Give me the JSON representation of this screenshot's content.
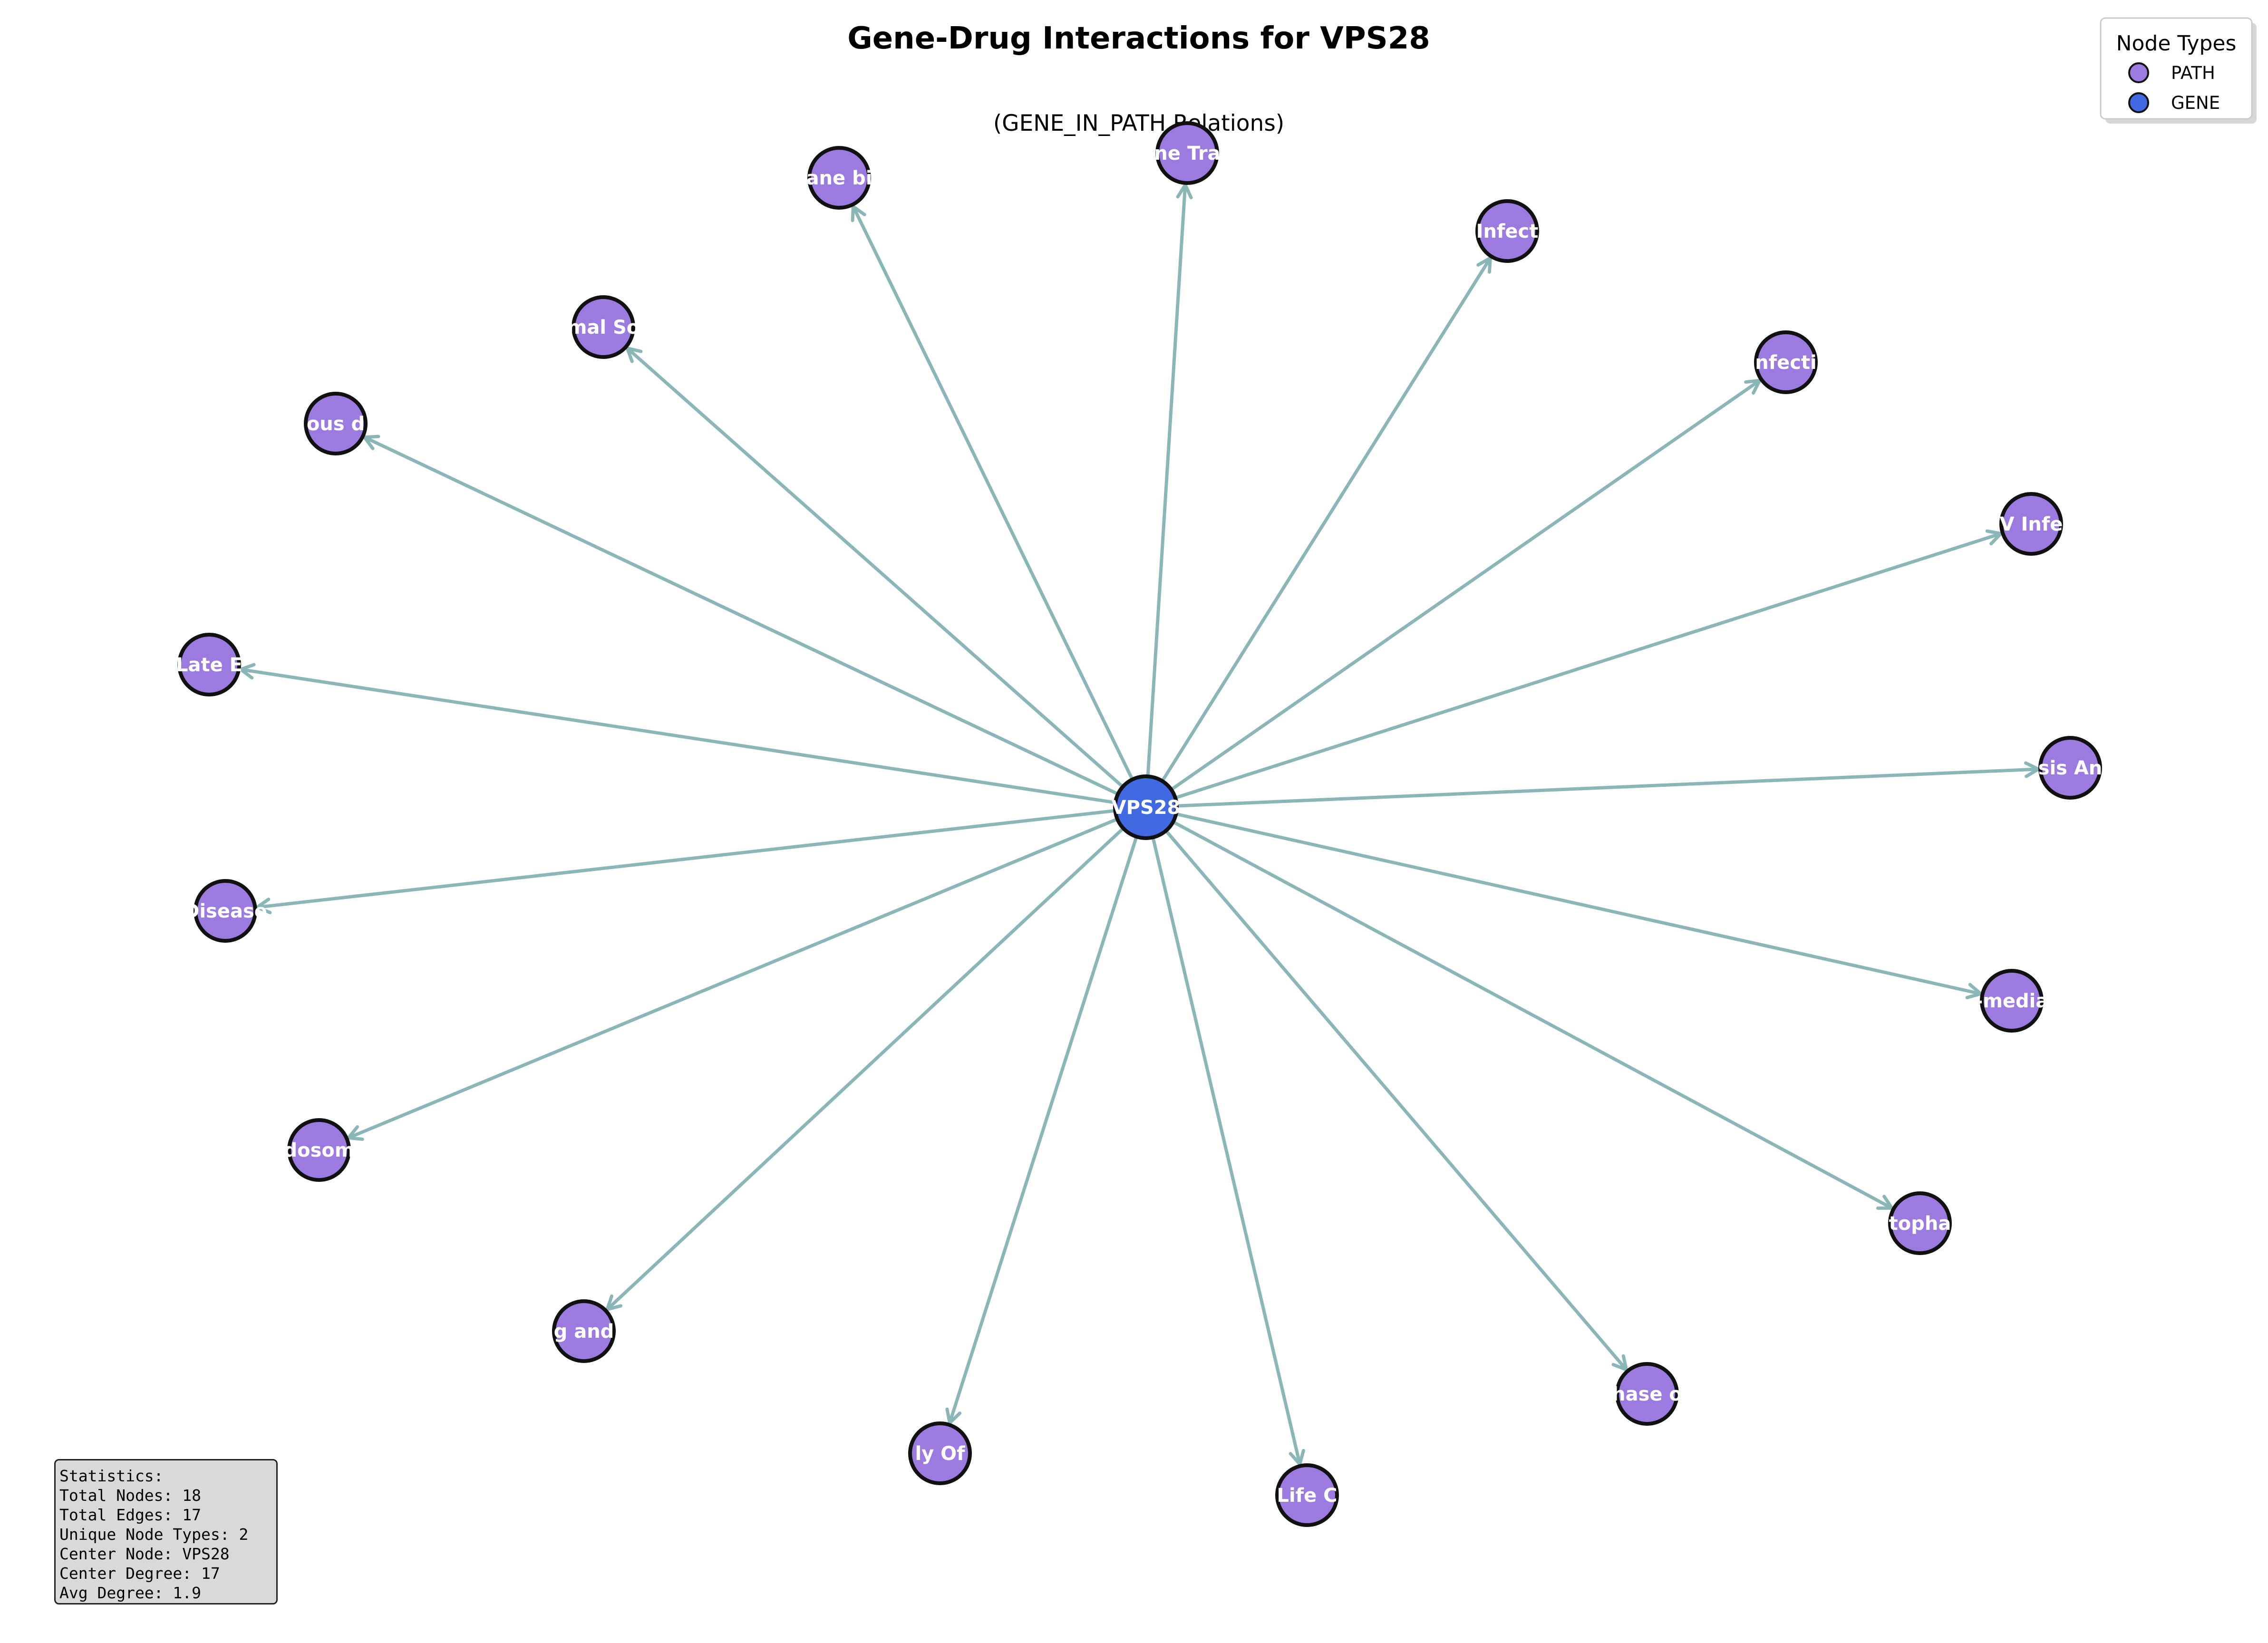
{
  "title": "Gene-Drug Interactions for VPS28",
  "subtitle": "(GENE_IN_PATH Relations)",
  "colors": {
    "path": "#9b7be0",
    "gene": "#4169e1",
    "edge": "#8bb6b8",
    "node_border": "#111111"
  },
  "legend": {
    "title": "Node Types",
    "items": [
      {
        "label": "PATH",
        "color": "#9b7be0"
      },
      {
        "label": "GENE",
        "color": "#4169e1"
      }
    ]
  },
  "center": {
    "label": "VPS28",
    "type": "GENE"
  },
  "nodes": [
    {
      "label": "ane bi",
      "type": "PATH"
    },
    {
      "label": "ne Tra",
      "type": "PATH"
    },
    {
      "label": "Infect",
      "type": "PATH"
    },
    {
      "label": "nfecti",
      "type": "PATH"
    },
    {
      "label": "V Infe",
      "type": "PATH"
    },
    {
      "label": "sis An",
      "type": "PATH"
    },
    {
      "label": "-media",
      "type": "PATH"
    },
    {
      "label": "topha",
      "type": "PATH"
    },
    {
      "label": "hase o",
      "type": "PATH"
    },
    {
      "label": "Life C",
      "type": "PATH"
    },
    {
      "label": "ly Of",
      "type": "PATH"
    },
    {
      "label": "g and",
      "type": "PATH"
    },
    {
      "label": "dosom",
      "type": "PATH"
    },
    {
      "label": "Disease",
      "type": "PATH"
    },
    {
      "label": "Late E",
      "type": "PATH"
    },
    {
      "label": "ous d",
      "type": "PATH"
    },
    {
      "label": "mal So",
      "type": "PATH"
    }
  ],
  "stats": {
    "header": "Statistics:",
    "lines": [
      "Total Nodes: 18",
      "Total Edges: 17",
      "Unique Node Types: 2",
      "Center Node: VPS28",
      "Center Degree: 17",
      "Avg Degree: 1.9"
    ]
  }
}
